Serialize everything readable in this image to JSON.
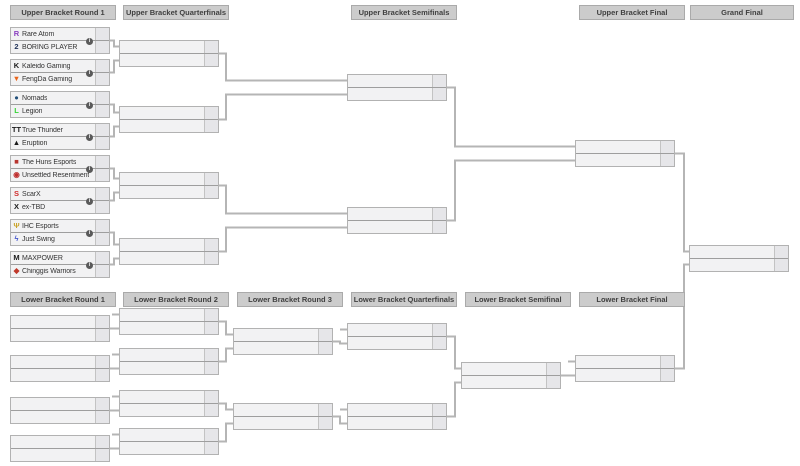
{
  "headers": {
    "ub_r1": "Upper Bracket Round 1",
    "ub_qf": "Upper Bracket Quarterfinals",
    "ub_sf": "Upper Bracket Semifinals",
    "ub_f": "Upper Bracket Final",
    "gf": "Grand Final",
    "lb_r1": "Lower Bracket Round 1",
    "lb_r2": "Lower Bracket Round 2",
    "lb_r3": "Lower Bracket Round 3",
    "lb_qf": "Lower Bracket Quarterfinals",
    "lb_sf": "Lower Bracket Semifinal",
    "lb_f": "Lower Bracket Final"
  },
  "labels": {
    "info": "i"
  },
  "icons": {
    "info_icon": "circled letter i",
    "team_logo_style": "small colored club-logo glyph left of each team name"
  },
  "colors": {
    "connector": "#b5b5b5",
    "header_bg": "#cccccc",
    "slot_bg": "#f2f2f3",
    "score_cell_bg": "#e6e6e9",
    "box_border": "#b2b2b2",
    "info_icon_bg": "#5a5a5a"
  },
  "ub_round1": [
    {
      "top": {
        "name": "Rare Atom",
        "glyph": "R",
        "color": "#8a3fc0"
      },
      "bottom": {
        "name": "BORING PLAYER",
        "glyph": "2",
        "color": "#23355c"
      }
    },
    {
      "top": {
        "name": "Kaleido Gaming",
        "glyph": "K",
        "color": "#1a1a1a"
      },
      "bottom": {
        "name": "FengDa Gaming",
        "glyph": "▼",
        "color": "#e8641a"
      }
    },
    {
      "top": {
        "name": "Nomads",
        "glyph": "●",
        "color": "#1f4e79"
      },
      "bottom": {
        "name": "Legion",
        "glyph": "L",
        "color": "#35d435"
      }
    },
    {
      "top": {
        "name": "True Thunder",
        "glyph": "TT",
        "color": "#1a1a1a"
      },
      "bottom": {
        "name": "Eruption",
        "glyph": "▲",
        "color": "#1a1a1a"
      }
    },
    {
      "top": {
        "name": "The Huns Esports",
        "glyph": "■",
        "color": "#b8342e"
      },
      "bottom": {
        "name": "Unsettled Resentment",
        "glyph": "◉",
        "color": "#bf3030"
      }
    },
    {
      "top": {
        "name": "ScarX",
        "glyph": "S",
        "color": "#d02b2b"
      },
      "bottom": {
        "name": "ex-TBD",
        "glyph": "X",
        "color": "#1a1a1a"
      }
    },
    {
      "top": {
        "name": "IHC Esports",
        "glyph": "Ψ",
        "color": "#c9a227"
      },
      "bottom": {
        "name": "Just Swing",
        "glyph": "ϟ",
        "color": "#4455cc"
      }
    },
    {
      "top": {
        "name": "MAXPOWER",
        "glyph": "M",
        "color": "#1a1a1a"
      },
      "bottom": {
        "name": "Chinggis Warriors",
        "glyph": "◆",
        "color": "#c0392b"
      }
    }
  ]
}
